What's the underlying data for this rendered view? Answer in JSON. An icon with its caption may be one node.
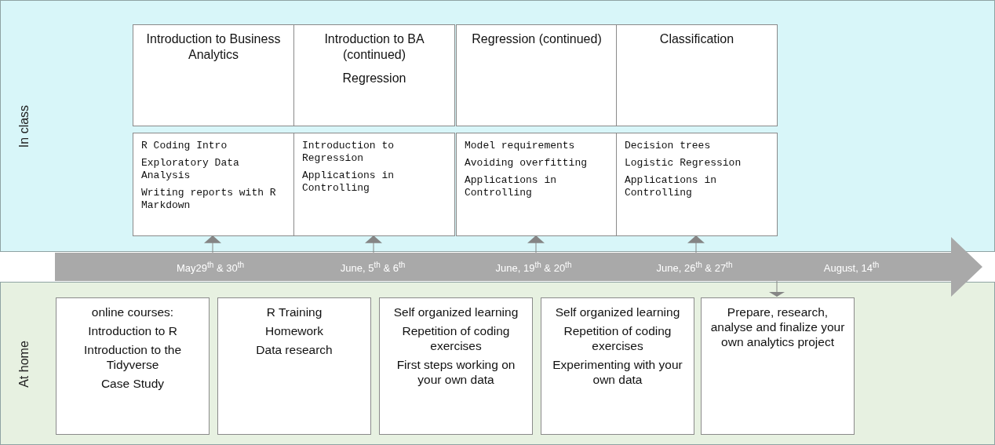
{
  "diagram": {
    "nodes": [
      {
        "text": [
          "In class"
        ]
      },
      {
        "text": [
          "At home"
        ]
      },
      {
        "text": [
          "Introduction to Business Analytics"
        ],
        "in": 0
      },
      {
        "text": [
          "R Coding Intro",
          "Exploratory Data Analysis",
          "Writing reports with R Markdown"
        ],
        "in": 0
      },
      {
        "text": [
          "Introduction to BA (continued)",
          "Regression"
        ],
        "in": 0
      },
      {
        "text": [
          "Introduction to Regression",
          "Applications in Controlling"
        ],
        "in": 0
      },
      {
        "text": [
          "Regression (continued)"
        ],
        "in": 0
      },
      {
        "text": [
          "Model requirements",
          "Avoiding overfitting",
          "Applications in Controlling"
        ],
        "in": 0
      },
      {
        "text": [
          "Classification"
        ],
        "in": 0
      },
      {
        "text": [
          "Decision trees",
          "Logistic Regression",
          "Applications in Controlling"
        ],
        "in": 0
      },
      {
        "text": [
          "online courses:",
          "Introduction to R",
          "Introduction to the Tidyverse",
          "Case Study"
        ],
        "in": 1
      },
      {
        "text": [
          "R Training",
          "Homework",
          "Data research"
        ],
        "in": 1
      },
      {
        "text": [
          "Self organized learning",
          "Repetition of coding exercises",
          "First steps working on your own data"
        ],
        "in": 1
      },
      {
        "text": [
          "Self organized learning",
          "Repetition of coding exercises",
          "Experimenting with your own data"
        ],
        "in": 1
      },
      {
        "text": [
          "Prepare, research, analyse and finalize your own analytics project"
        ],
        "in": 1
      },
      {
        "text": [
          "May29$^{th}$ & 30$^{th}$",
          "June, 5$^{th}$ & 6$^{th}$",
          "June, 19$^{th}$ & 20$^{th}$",
          "June, 26$^{th}$ & 27$^{th}$",
          "August, 14$^{th}$"
        ]
      }
    ],
    "edges": [
      {
        "from": 15,
        "to": 3,
        "arrow": "to"
      },
      {
        "from": 15,
        "to": 5,
        "arrow": "to"
      },
      {
        "from": 15,
        "to": 7,
        "arrow": "to"
      },
      {
        "from": 15,
        "to": 9,
        "arrow": "to"
      },
      {
        "from": 15,
        "to": 14,
        "arrow": "to"
      }
    ]
  }
}
